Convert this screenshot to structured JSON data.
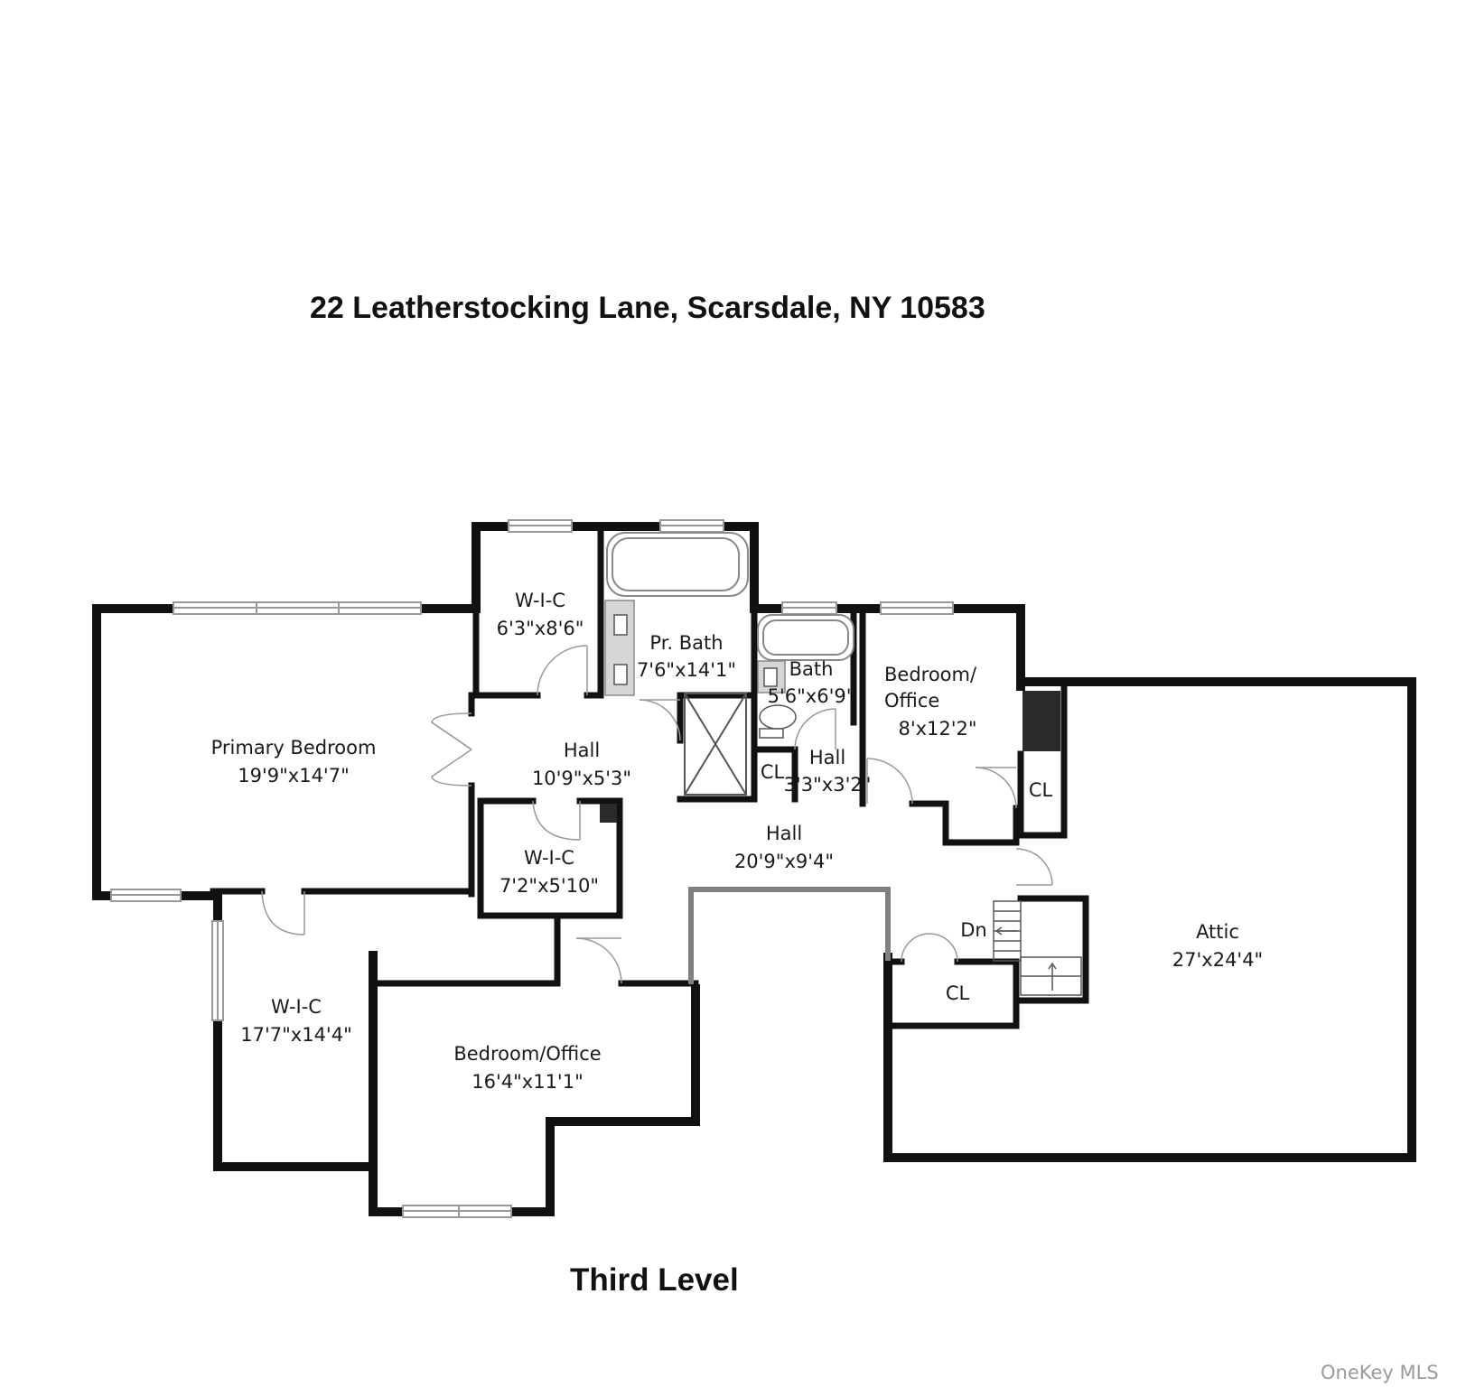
{
  "header": {
    "address": "22 Leatherstocking Lane, Scarsdale, NY 10583"
  },
  "footer": {
    "level": "Third Level",
    "watermark": "OneKey MLS"
  },
  "colors": {
    "wall": "#111111",
    "partial_wall": "#808080",
    "fixture_fill": "#d6d6d6",
    "background": "#ffffff"
  },
  "rooms": {
    "wic_top": {
      "name": "W-I-C",
      "size": "6'3\"x8'6\""
    },
    "pr_bath": {
      "name": "Pr. Bath",
      "size": "7'6\"x14'1\""
    },
    "bath": {
      "name": "Bath",
      "size": "5'6\"x6'9\""
    },
    "bed_office_right": {
      "name_1": "Bedroom/",
      "name_2": "Office",
      "size": "8'x12'2\""
    },
    "primary_bedroom": {
      "name": "Primary Bedroom",
      "size": "19'9\"x14'7\""
    },
    "hall_upper": {
      "name": "Hall",
      "size": "10'9\"x5'3\""
    },
    "cl_bath": {
      "name": "CL"
    },
    "hall_small": {
      "name": "Hall",
      "size": "3'3\"x3'2\""
    },
    "cl_right": {
      "name": "CL"
    },
    "hall_main": {
      "name": "Hall",
      "size": "20'9\"x9'4\""
    },
    "wic_mid": {
      "name": "W-I-C",
      "size": "7'2\"x5'10\""
    },
    "stairs": {
      "name": "Dn"
    },
    "attic": {
      "name": "Attic",
      "size": "27'x24'4\""
    },
    "cl_lower": {
      "name": "CL"
    },
    "wic_large": {
      "name": "W-I-C",
      "size": "17'7\"x14'4\""
    },
    "bed_office_lower": {
      "name": "Bedroom/Office",
      "size": "16'4\"x11'1\""
    }
  }
}
